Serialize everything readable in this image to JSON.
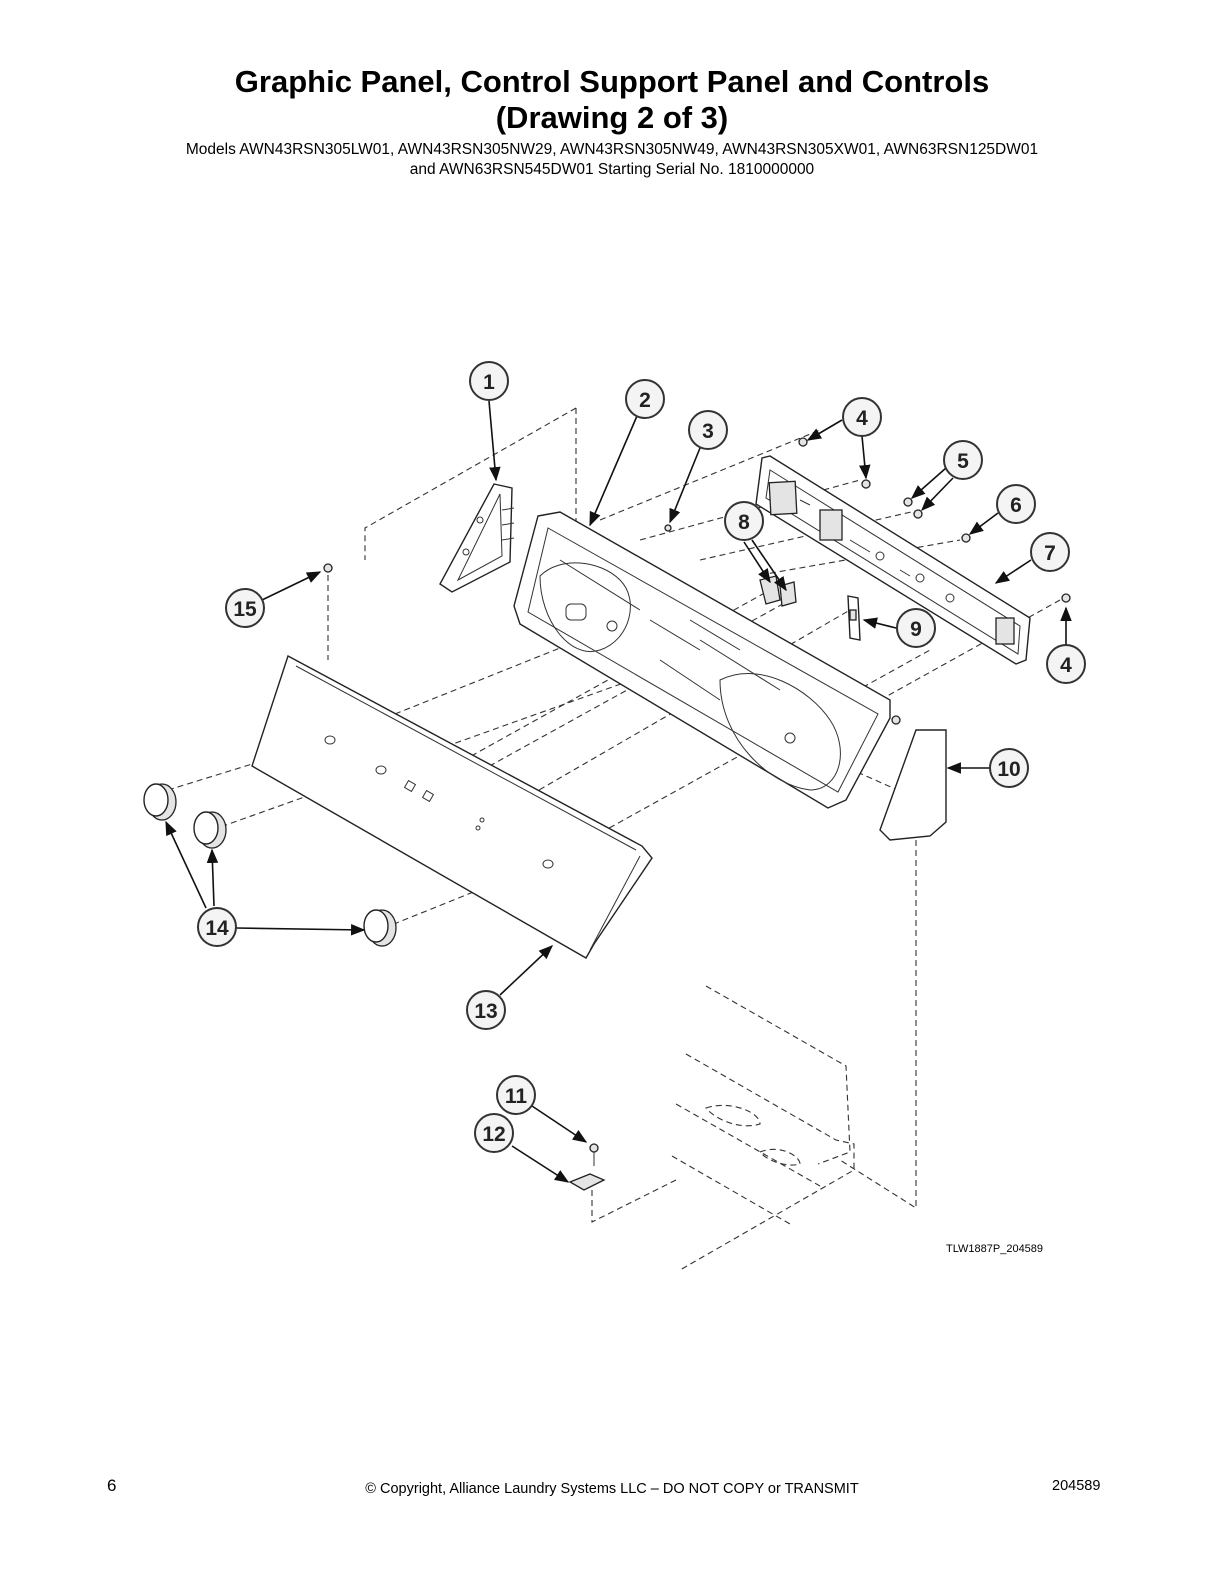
{
  "header": {
    "title_line1": "Graphic Panel, Control Support Panel and Controls",
    "title_line2": "(Drawing 2 of 3)",
    "subtitle_line1": "Models AWN43RSN305LW01, AWN43RSN305NW29, AWN43RSN305NW49, AWN43RSN305XW01, AWN63RSN125DW01",
    "subtitle_line2": "and AWN63RSN545DW01 Starting Serial No. 1810000000"
  },
  "callouts": [
    "1",
    "2",
    "3",
    "4",
    "5",
    "6",
    "7",
    "8",
    "9",
    "4",
    "10",
    "15",
    "14",
    "13",
    "11",
    "12"
  ],
  "drawing_id": "TLW1887P_204589",
  "footer": {
    "page_number": "6",
    "copyright": "© Copyright, Alliance Laundry Systems LLC – DO NOT COPY or TRANSMIT",
    "document_number": "204589"
  }
}
